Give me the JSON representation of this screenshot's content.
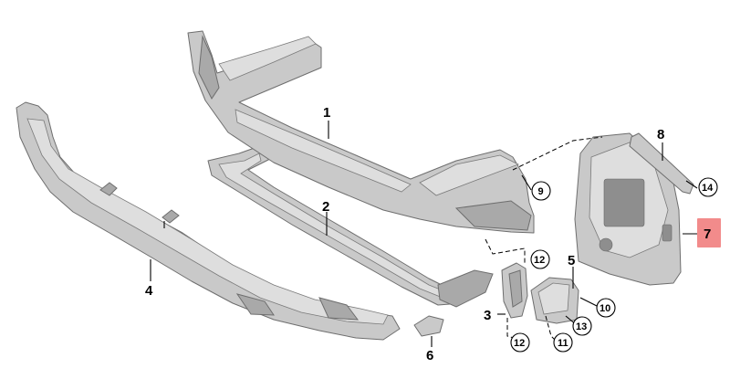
{
  "callouts": {
    "c1": "1",
    "c2": "2",
    "c3": "3",
    "c4": "4",
    "c5": "5",
    "c6": "6",
    "c7": "7",
    "c8": "8",
    "c9": "9",
    "c10": "10",
    "c11": "11",
    "c12a": "12",
    "c12b": "12",
    "c13": "13",
    "c14": "14"
  },
  "highlight_color": "#f28b8b",
  "highlighted_part": "7"
}
